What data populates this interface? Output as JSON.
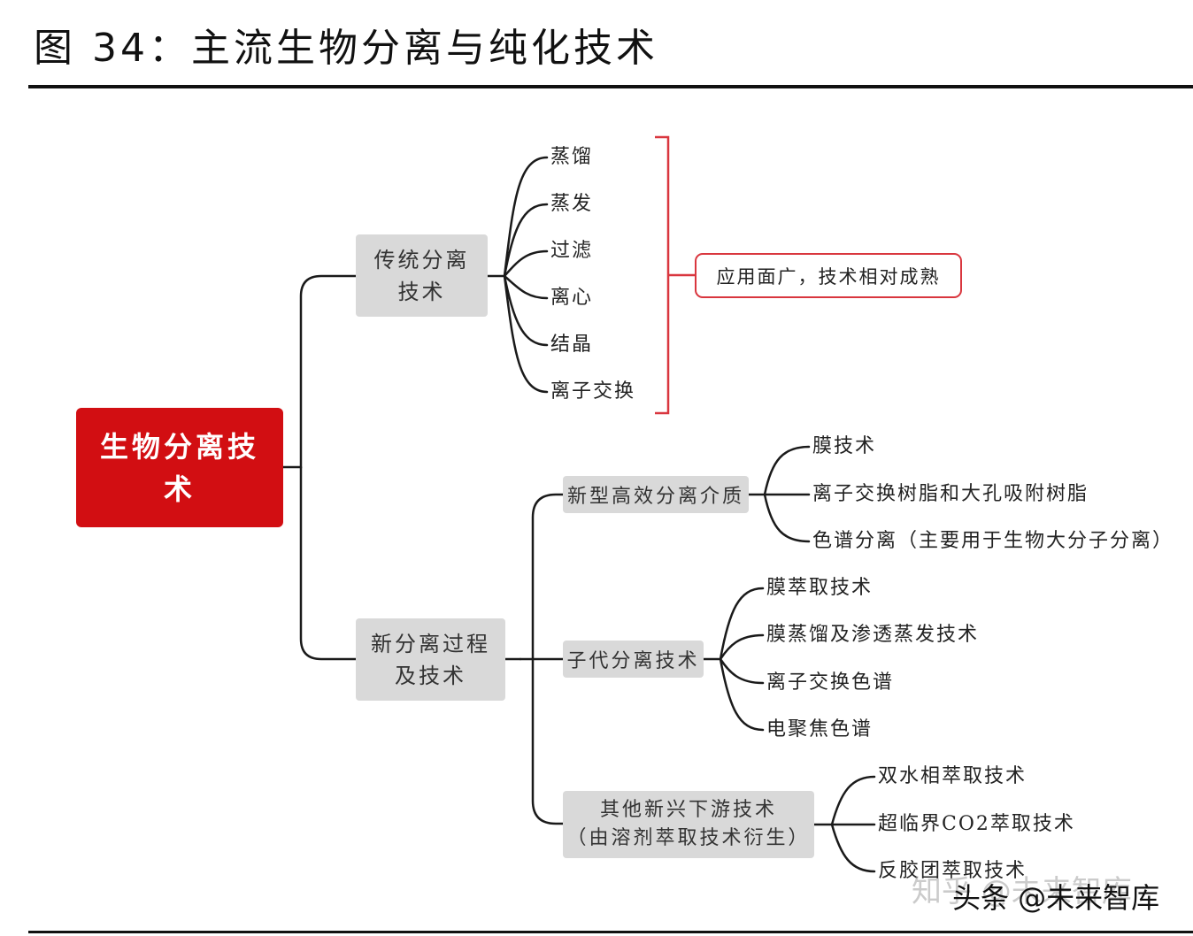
{
  "figure": {
    "title": "图 34：主流生物分离与纯化技术"
  },
  "root": "生物分离技术",
  "traditional": {
    "label": "传统分离技术",
    "items": [
      "蒸馏",
      "蒸发",
      "过滤",
      "离心",
      "结晶",
      "离子交换"
    ],
    "note": "应用面广，技术相对成熟"
  },
  "new": {
    "label": "新分离过程及技术",
    "groups": [
      {
        "label": "新型高效分离介质",
        "items": [
          "膜技术",
          "离子交换树脂和大孔吸附树脂",
          "色谱分离（主要用于生物大分子分离）"
        ]
      },
      {
        "label": "子代分离技术",
        "items": [
          "膜萃取技术",
          "膜蒸馏及渗透蒸发技术",
          "离子交换色谱",
          "电聚焦色谱"
        ]
      },
      {
        "label_line1": "其他新兴下游技术",
        "label_line2": "（由溶剂萃取技术衍生）",
        "items": [
          "双水相萃取技术",
          "超临界CO2萃取技术",
          "反胶团萃取技术"
        ]
      }
    ]
  },
  "watermark": {
    "faint": "知乎 @未来智库",
    "solid": "头条 @未来智库"
  },
  "colors": {
    "root_fill": "#d20e12",
    "node_fill": "#d9d9d9",
    "bracket": "#d9363e"
  }
}
